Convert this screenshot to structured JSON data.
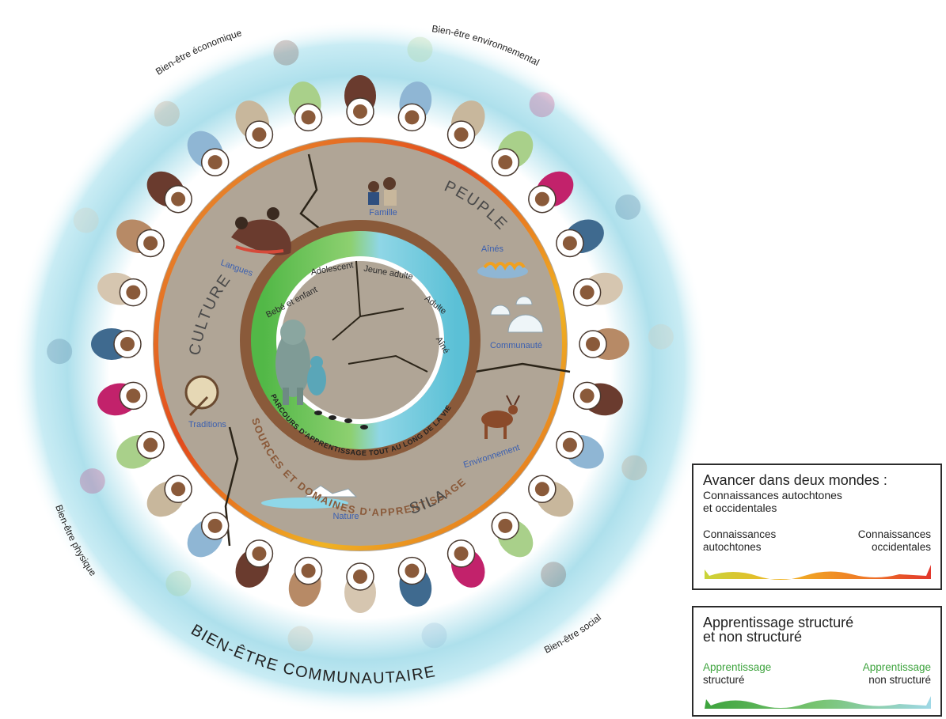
{
  "outer_labels": {
    "economic": "Bien-être économique",
    "environmental": "Bien-être environnemental",
    "physical": "Bien-être physique",
    "social": "Bien-être social",
    "community": "BIEN-ÊTRE COMMUNAUTAIRE"
  },
  "quadrants": {
    "culture": "CULTURE",
    "people": "PEUPLE",
    "sila": "SILA"
  },
  "domains": {
    "family": "Famille",
    "elders": "Aînés",
    "community": "Communauté",
    "environment": "Environnement",
    "nature": "Nature",
    "traditions": "Traditions",
    "languages": "Langues"
  },
  "life_stages": {
    "baby": "Bebé et enfant",
    "adolescent": "Adolescent",
    "young_adult": "Jeune adulte",
    "adult": "Adulte",
    "elder": "Aîné"
  },
  "ring_labels": {
    "inner": "PARCOURS D'APPRENTISSAGE TOUT AU LONG DE LA VIE",
    "outer": "SOURCES ET DOMAINES D'APPRENTISSAGE"
  },
  "legend_two_worlds": {
    "title": "Avancer dans deux mondes :",
    "subtitle_line1": "Connaissances autochtones",
    "subtitle_line2": "et occidentales",
    "left_line1": "Connaissances",
    "left_line2": "autochtones",
    "right_line1": "Connaissances",
    "right_line2": "occidentales"
  },
  "legend_learning": {
    "title_line1": "Apprentissage structuré",
    "title_line2": "et non structuré",
    "left_line1": "Apprentissage",
    "left_line2": "structuré",
    "right_line1": "Apprentissage",
    "right_line2": "non structuré"
  },
  "colors": {
    "sky": "#9fd8e6",
    "earth": "#b0a596",
    "earth_dark": "#8f8373",
    "ring_brown": "#8a5a3a",
    "green": "#5cc24a",
    "cyan": "#8fd7e8",
    "blue_text": "#3a5fb0",
    "parka_colors": [
      "#6a3b2e",
      "#8fb6d4",
      "#c8b79c",
      "#a9d08a",
      "#c2226b",
      "#3f6a8f",
      "#d6c6b0",
      "#b78a66"
    ]
  }
}
